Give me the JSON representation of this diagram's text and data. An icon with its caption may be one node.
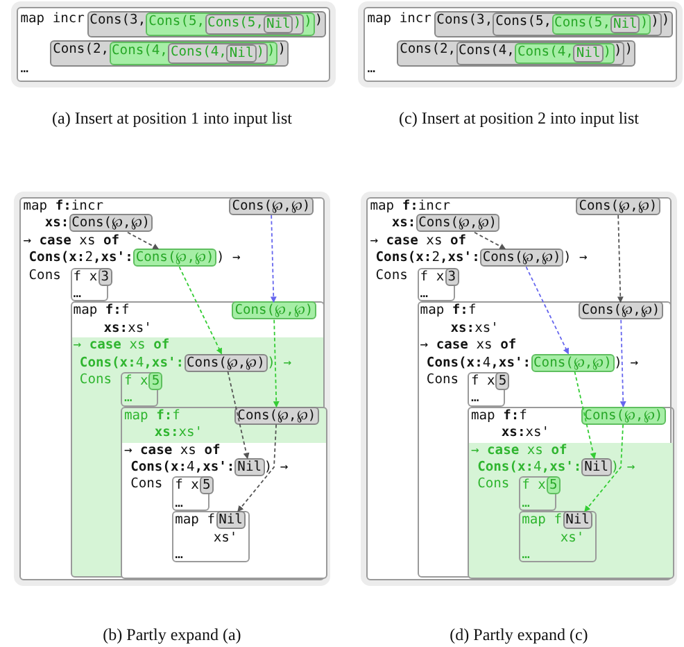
{
  "diagram": {
    "nodes": [
      {
        "text": [
          "map incr",
          "…"
        ]
      },
      {
        "text": [
          "Cons(3,",
          ")"
        ],
        "in": 0
      },
      {
        "text": [
          "Cons(5,",
          ")"
        ],
        "in": 1
      },
      {
        "text": [
          "Cons(5,",
          ")"
        ],
        "in": 2
      },
      {
        "text": [
          "Nil"
        ],
        "in": 3
      },
      {
        "text": [
          "Cons(2,",
          ")"
        ],
        "in": 0
      },
      {
        "text": [
          "Cons(4,",
          ")"
        ],
        "in": 5
      },
      {
        "text": [
          "Cons(4,",
          ")"
        ],
        "in": 6
      },
      {
        "text": [
          "Nil"
        ],
        "in": 7
      },
      {
        "text": [
          "map incr",
          "…"
        ]
      },
      {
        "text": [
          "Cons(3,",
          ")"
        ],
        "in": 9
      },
      {
        "text": [
          "Cons(5,",
          ")"
        ],
        "in": 10
      },
      {
        "text": [
          "Cons(5,",
          ")"
        ],
        "in": 11
      },
      {
        "text": [
          "Nil"
        ],
        "in": 12
      },
      {
        "text": [
          "Cons(2,",
          ")"
        ],
        "in": 9
      },
      {
        "text": [
          "Cons(4,",
          ")"
        ],
        "in": 14
      },
      {
        "text": [
          "Cons(4,",
          ")"
        ],
        "in": 15
      },
      {
        "text": [
          "Nil"
        ],
        "in": 16
      },
      {
        "text": [
          "map **f:**incr",
          "**xs:**",
          "→ **case** xs **of**",
          "**Cons(x:**2**,xs':**",
          ") →",
          "Cons"
        ]
      },
      {
        "text": [
          "Cons(℘,℘)"
        ],
        "in": 18
      },
      {
        "text": [
          "Cons(℘,℘)"
        ],
        "in": 18
      },
      {
        "text": [
          "Cons(℘,℘)"
        ],
        "in": 18
      },
      {
        "text": [
          "f x",
          "…"
        ],
        "in": 18
      },
      {
        "text": [
          "3"
        ],
        "in": 22
      },
      {
        "text": [
          "map **f:**f",
          "**xs:**xs'",
          "→ **case** xs **of**",
          "**Cons(x:**4**,xs':**",
          ") →",
          "Cons"
        ],
        "in": 18
      },
      {
        "text": [
          "Cons(℘,℘)"
        ],
        "in": 24
      },
      {
        "text": [
          "Cons(℘,℘)"
        ],
        "in": 24
      },
      {
        "text": [
          "f x",
          "…"
        ],
        "in": 24
      },
      {
        "text": [
          "5"
        ],
        "in": 27
      },
      {
        "text": [
          "map **f:**f",
          "**xs:**xs'",
          "→ **case** xs **of**",
          "**Cons(x:**4**,xs':**",
          ") →",
          "Cons"
        ],
        "in": 24
      },
      {
        "text": [
          "Cons(℘,℘)"
        ],
        "in": 29
      },
      {
        "text": [
          "Nil"
        ],
        "in": 29
      },
      {
        "text": [
          "f x",
          "…"
        ],
        "in": 29
      },
      {
        "text": [
          "5"
        ],
        "in": 32
      },
      {
        "text": [
          "map f",
          "xs'",
          "…"
        ],
        "in": 29
      },
      {
        "text": [
          "Nil"
        ],
        "in": 34
      },
      {
        "text": [
          "map **f:**incr",
          "**xs:**",
          "→ **case** xs **of**",
          "**Cons(x:**2**,xs':**",
          ") →",
          "Cons"
        ]
      },
      {
        "text": [
          "Cons(℘,℘)"
        ],
        "in": 36
      },
      {
        "text": [
          "Cons(℘,℘)"
        ],
        "in": 36
      },
      {
        "text": [
          "Cons(℘,℘)"
        ],
        "in": 36
      },
      {
        "text": [
          "f x",
          "…"
        ],
        "in": 36
      },
      {
        "text": [
          "3"
        ],
        "in": 40
      },
      {
        "text": [
          "map **f:**f",
          "**xs:**xs'",
          "→ **case** xs **of**",
          "**Cons(x:**4**,xs':**",
          ") →",
          "Cons"
        ],
        "in": 36
      },
      {
        "text": [
          "Cons(℘,℘)"
        ],
        "in": 42
      },
      {
        "text": [
          "Cons(℘,℘)"
        ],
        "in": 42
      },
      {
        "text": [
          "f x",
          "…"
        ],
        "in": 42
      },
      {
        "text": [
          "5"
        ],
        "in": 45
      },
      {
        "text": [
          "map **f:**f",
          "**xs:**xs'",
          "→ **case** xs **of**",
          "**Cons(x:**4**,xs':**",
          ") →",
          "Cons"
        ],
        "in": 42
      },
      {
        "text": [
          "Cons(℘,℘)"
        ],
        "in": 47
      },
      {
        "text": [
          "Nil"
        ],
        "in": 47
      },
      {
        "text": [
          "f x",
          "…"
        ],
        "in": 47
      },
      {
        "text": [
          "5"
        ],
        "in": 50
      },
      {
        "text": [
          "map f",
          "xs'",
          "…"
        ],
        "in": 47
      },
      {
        "text": [
          "Nil"
        ],
        "in": 52
      }
    ],
    "edges": [
      {
        "from": 20,
        "to": 21,
        "arrow": "to",
        "style": "dashed",
        "color": "#555555"
      },
      {
        "from": 19,
        "to": 25,
        "arrow": "to",
        "style": "dashed",
        "color": "#6666ee"
      },
      {
        "from": 21,
        "to": 26,
        "arrow": "to",
        "style": "dashed",
        "color": "#33cc33"
      },
      {
        "from": 25,
        "to": 30,
        "arrow": "to",
        "style": "dashed",
        "color": "#33cc33"
      },
      {
        "from": 26,
        "to": 31,
        "arrow": "to",
        "style": "dashed",
        "color": "#555555"
      },
      {
        "from": 30,
        "to": 35,
        "arrow": "to",
        "style": "dashed",
        "color": "#555555"
      },
      {
        "from": 38,
        "to": 39,
        "arrow": "to",
        "style": "dashed",
        "color": "#555555"
      },
      {
        "from": 37,
        "to": 43,
        "arrow": "to",
        "style": "dashed",
        "color": "#555555"
      },
      {
        "from": 39,
        "to": 44,
        "arrow": "to",
        "style": "dashed",
        "color": "#6666ee"
      },
      {
        "from": 43,
        "to": 48,
        "arrow": "to",
        "style": "dashed",
        "color": "#6666ee"
      },
      {
        "from": 44,
        "to": 49,
        "arrow": "to",
        "style": "dashed",
        "color": "#33cc33"
      },
      {
        "from": 48,
        "to": 53,
        "arrow": "to",
        "style": "dashed",
        "color": "#33cc33"
      }
    ],
    "labels": [
      "(a) Insert at position 1 into input list",
      "(c) Insert at position 2 into input list",
      "(b) Partly expand (a)",
      "(d) Partly expand (c)"
    ]
  }
}
